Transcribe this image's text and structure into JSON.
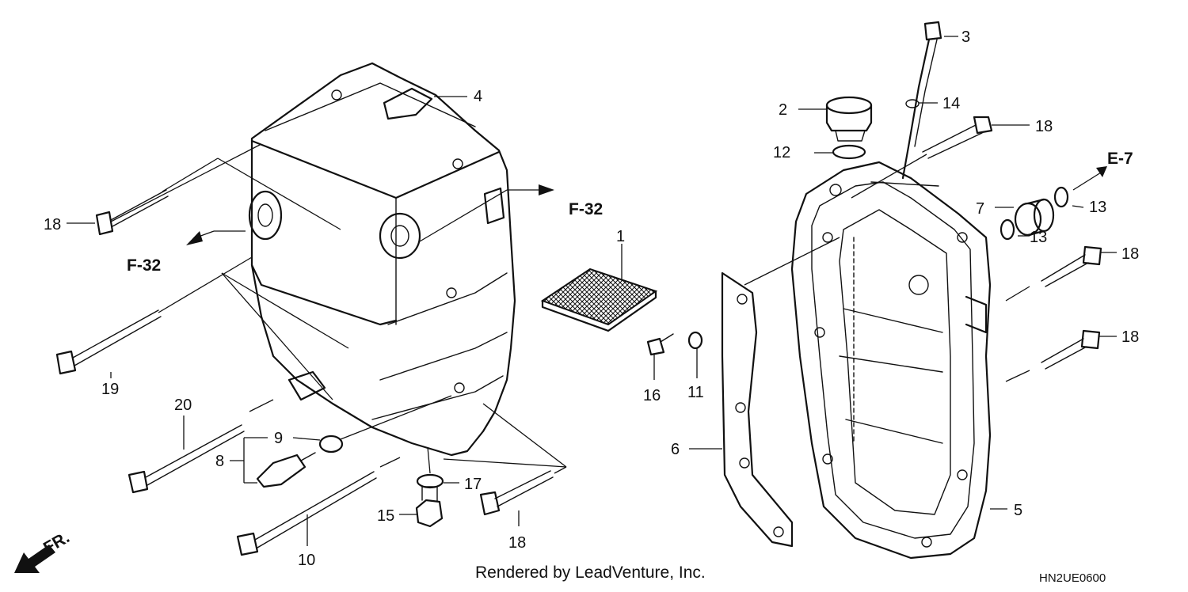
{
  "diagram": {
    "callouts": {
      "c1": "1",
      "c2": "2",
      "c3": "3",
      "c4": "4",
      "c5": "5",
      "c6": "6",
      "c7": "7",
      "c8": "8",
      "c9": "9",
      "c10": "10",
      "c11": "11",
      "c12": "12",
      "c13a": "13",
      "c13b": "13",
      "c14": "14",
      "c15": "15",
      "c16": "16",
      "c17": "17",
      "c18a": "18",
      "c18b": "18",
      "c18c": "18",
      "c18d": "18",
      "c18e": "18",
      "c19": "19",
      "c20": "20"
    },
    "references": {
      "f32_right": "F-32",
      "f32_left": "F-32",
      "e7": "E-7",
      "front": "FR."
    },
    "footer": {
      "rendered_by": "Rendered by LeadVenture, Inc.",
      "diagram_code": "HN2UE0600"
    },
    "colors": {
      "ink": "#111111",
      "background": "#ffffff"
    }
  }
}
